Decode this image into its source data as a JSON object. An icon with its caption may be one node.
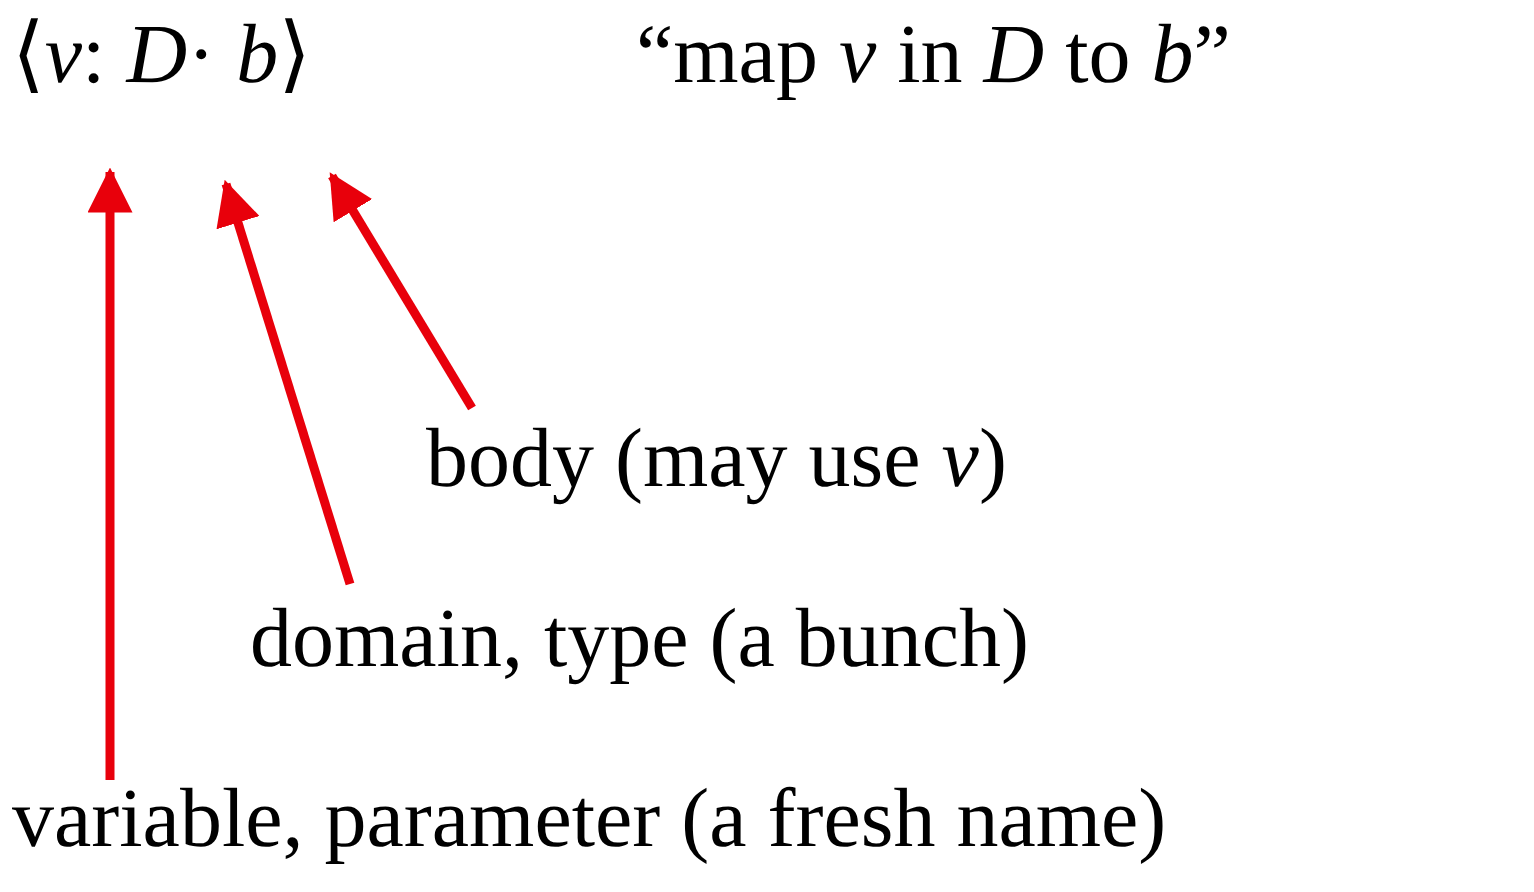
{
  "diagram": {
    "nodes": [
      {
        "text": [
          "body (may use *v*)"
        ]
      },
      {
        "text": [
          "domain, type (a bunch)"
        ]
      },
      {
        "text": [
          "variable, parameter (a fresh name)"
        ]
      }
    ],
    "edges": [
      {
        "from": 0,
        "to": null,
        "arrow": "to"
      },
      {
        "from": 1,
        "to": null,
        "arrow": "to"
      },
      {
        "from": 2,
        "to": null,
        "arrow": "to"
      }
    ],
    "labels": [
      "⟨*v*: *D*· *b*⟩",
      "“map *v* in *D* to *b*”"
    ]
  }
}
